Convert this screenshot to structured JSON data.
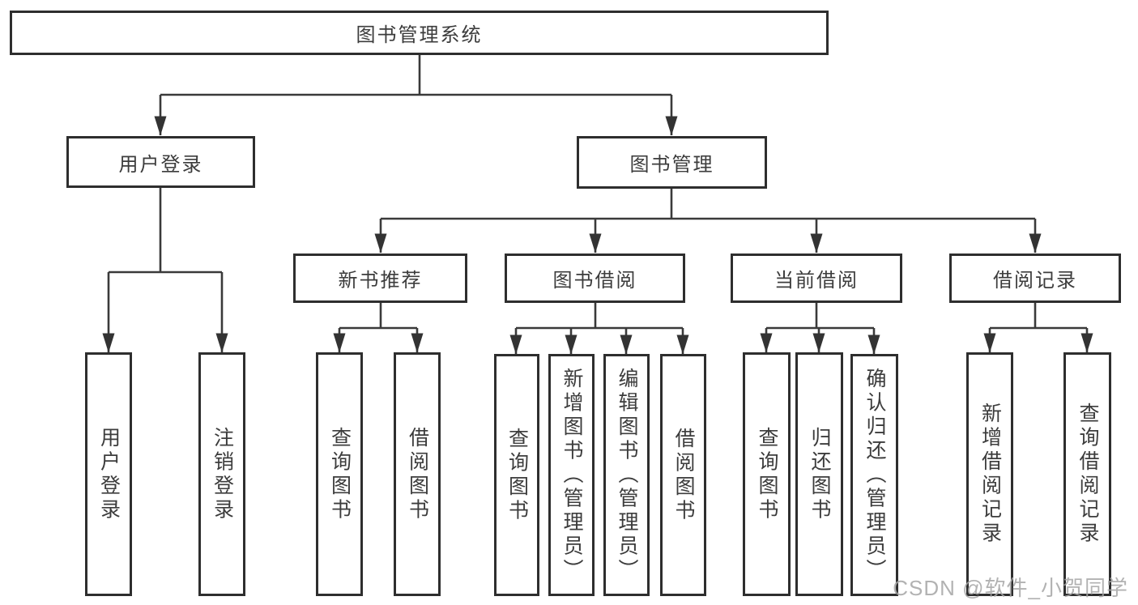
{
  "diagram": {
    "title": "图书管理系统",
    "root": {
      "label": "图书管理系统"
    },
    "branches": [
      {
        "label": "用户登录",
        "children": [
          "用户登录",
          "注销登录"
        ]
      },
      {
        "label": "图书管理",
        "sections": [
          {
            "label": "新书推荐",
            "children": [
              "查询图书",
              "借阅图书"
            ]
          },
          {
            "label": "图书借阅",
            "children": [
              "查询图书",
              "新增图书（管理员）",
              "编辑图书（管理员）",
              "借阅图书"
            ]
          },
          {
            "label": "当前借阅",
            "children": [
              "查询图书",
              "归还图书",
              "确认归还（管理员）"
            ]
          },
          {
            "label": "借阅记录",
            "children": [
              "新增借阅记录",
              "查询借阅记录"
            ]
          }
        ]
      }
    ]
  },
  "watermark": {
    "label": "CSDN @软件_小贺同学"
  },
  "colors": {
    "line": "#3a3a3a",
    "box_border": "#2e2e2e",
    "text": "#3c3c3c",
    "watermark": "#a5a5a5",
    "background": "#ffffff"
  }
}
